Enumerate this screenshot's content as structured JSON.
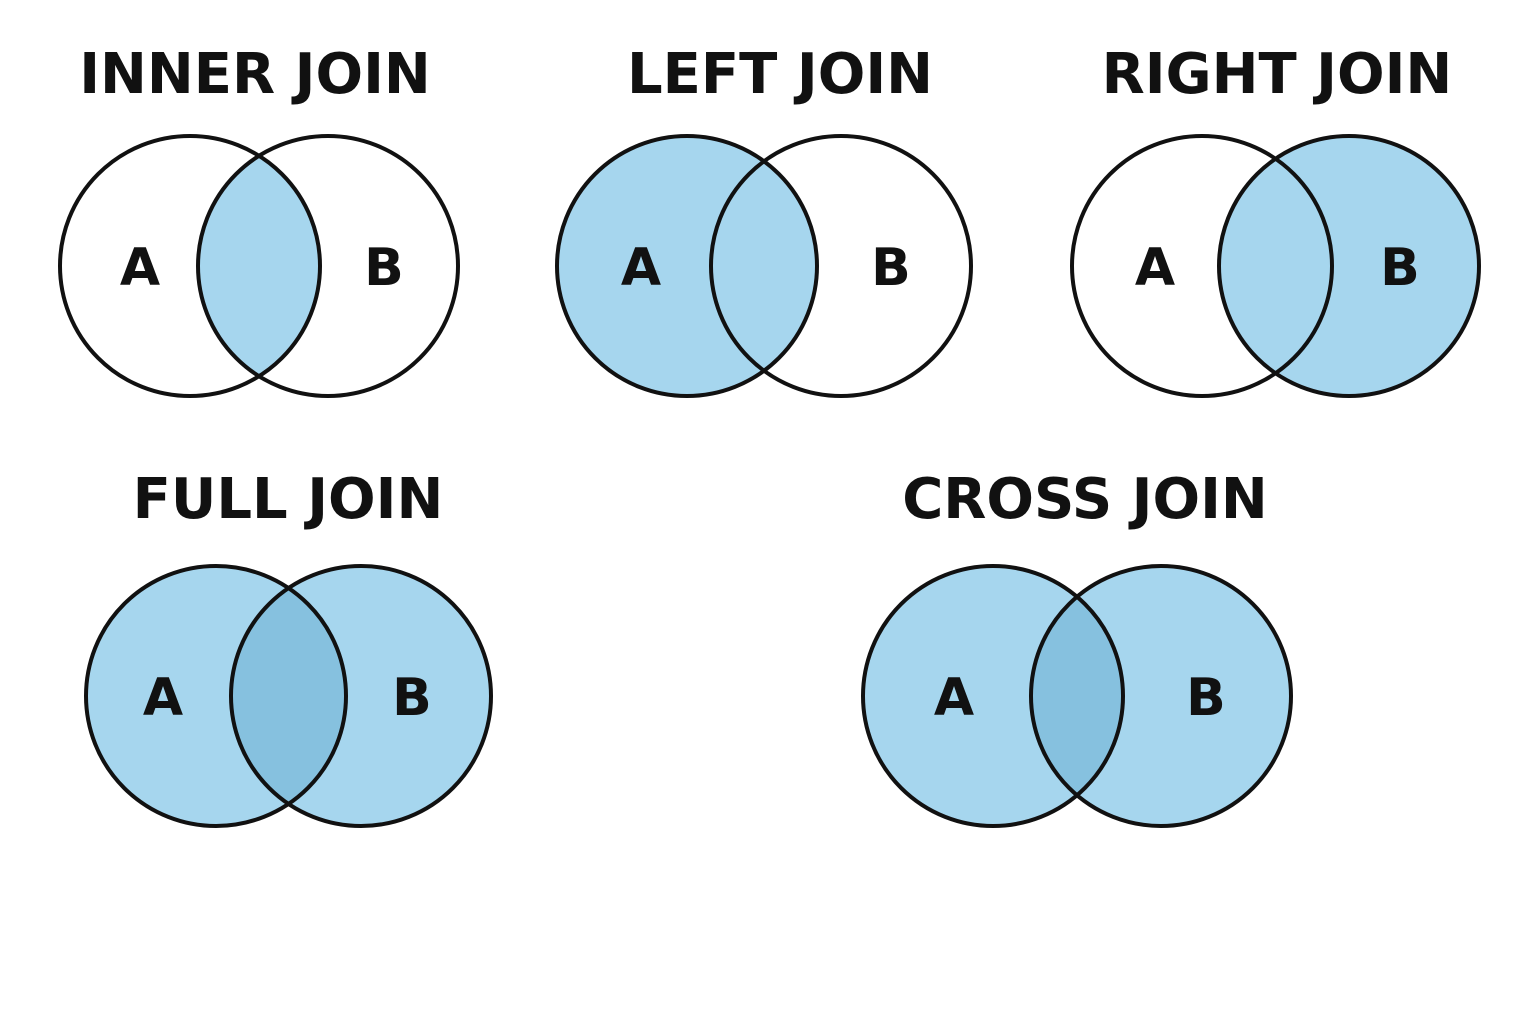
{
  "colors": {
    "fill": "#a6d6ee",
    "overlap_dark": "#86c1df",
    "stroke": "#111111",
    "background": "#ffffff"
  },
  "diagrams": [
    {
      "id": "inner-join",
      "title": "INNER JOIN",
      "left_label": "A",
      "right_label": "B",
      "highlight": {
        "left_only": false,
        "overlap": true,
        "right_only": false,
        "overlap_darker": false
      }
    },
    {
      "id": "left-join",
      "title": "LEFT JOIN",
      "left_label": "A",
      "right_label": "B",
      "highlight": {
        "left_only": true,
        "overlap": true,
        "right_only": false,
        "overlap_darker": false
      }
    },
    {
      "id": "right-join",
      "title": "RIGHT JOIN",
      "left_label": "A",
      "right_label": "B",
      "highlight": {
        "left_only": false,
        "overlap": true,
        "right_only": true,
        "overlap_darker": false
      }
    },
    {
      "id": "full-join",
      "title": "FULL JOIN",
      "left_label": "A",
      "right_label": "B",
      "highlight": {
        "left_only": true,
        "overlap": true,
        "right_only": true,
        "overlap_darker": true
      }
    },
    {
      "id": "cross-join",
      "title": "CROSS JOIN",
      "left_label": "A",
      "right_label": "B",
      "highlight": {
        "left_only": true,
        "overlap": true,
        "right_only": true,
        "overlap_darker": true
      }
    }
  ]
}
